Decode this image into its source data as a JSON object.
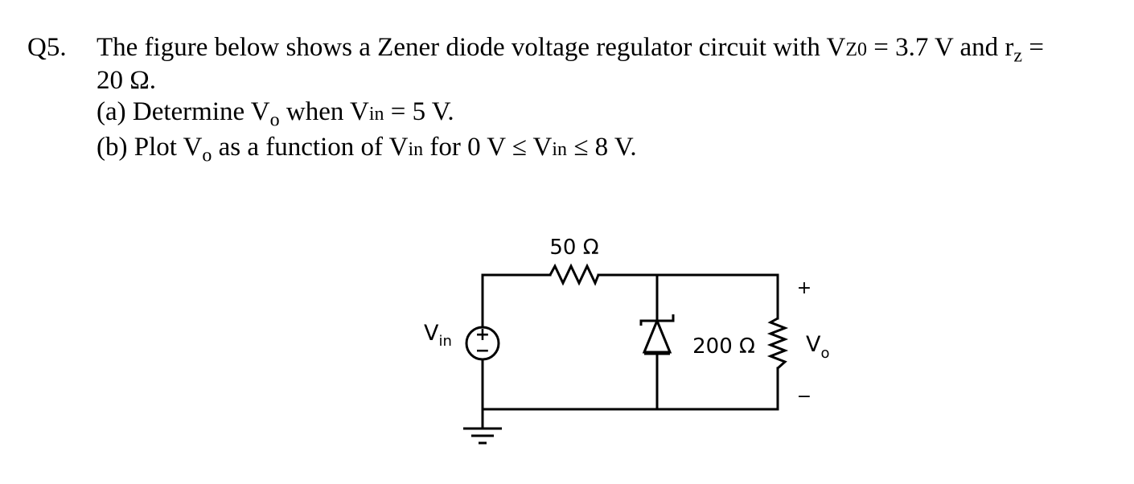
{
  "question": {
    "number": "Q5.",
    "line1_pre": "The figure below shows a Zener diode voltage regulator circuit with V",
    "vz_sub": "Z0",
    "line1_mid": " = 3.7 V and r",
    "rz_sub": "z",
    "line1_post": " =",
    "line2": "20 Ω.",
    "part_a_pre": "(a) Determine V",
    "part_a_sub1": "o",
    "part_a_mid": " when V",
    "part_a_sub2": "in",
    "part_a_post": " = 5 V.",
    "part_b_pre": "(b) Plot V",
    "part_b_sub1": "o",
    "part_b_mid1": " as a function of V",
    "part_b_sub2": "in",
    "part_b_mid2": " for 0 V ≤ V",
    "part_b_sub3": "in",
    "part_b_post": " ≤ 8 V."
  },
  "circuit": {
    "series_resistor_label": "50 Ω",
    "load_resistor_label": "200 Ω",
    "source_label_main": "V",
    "source_label_sub": "in",
    "source_plus": "+",
    "source_minus": "−",
    "output_plus": "+",
    "output_minus": "−",
    "output_label_main": "V",
    "output_label_sub": "o"
  }
}
